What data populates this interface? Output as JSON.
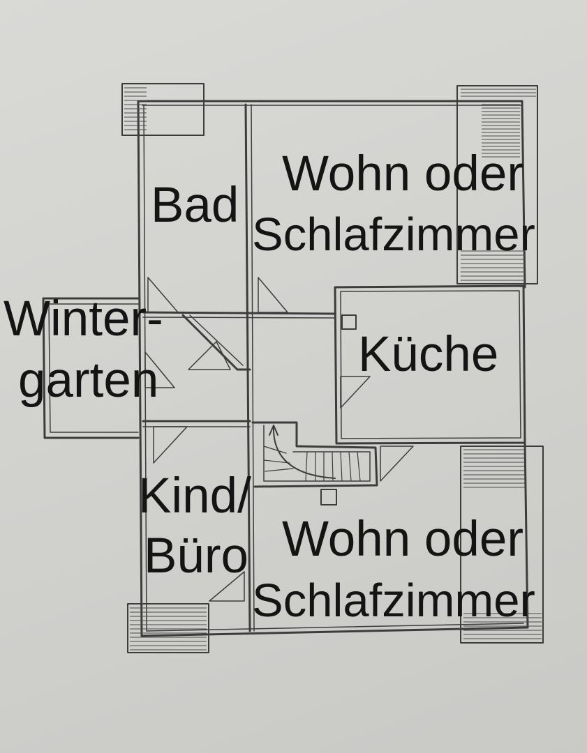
{
  "rooms": {
    "bad": "Bad",
    "wohn_top_line1": "Wohn oder",
    "wohn_top_line2": "Schlafzimmer",
    "winter_line1": "Winter-",
    "winter_line2": "garten",
    "kueche": "Küche",
    "kind_line1": "Kind/",
    "kind_line2": "Büro",
    "wohn_bottom_line1": "Wohn oder",
    "wohn_bottom_line2": "Schlafzimmer"
  }
}
